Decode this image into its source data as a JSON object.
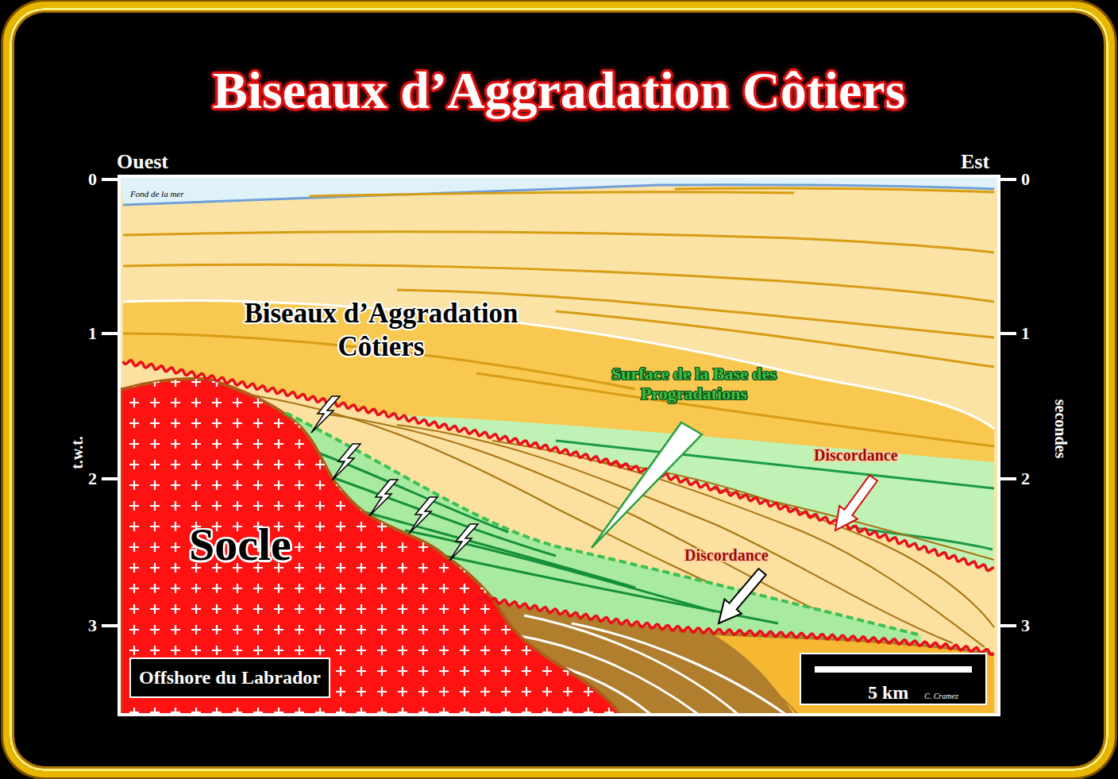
{
  "diagram": {
    "title": "Biseaux d’Aggradation Côtiers",
    "nodes": [
      {
        "text": [
          "Offshore du Labrador"
        ]
      },
      {
        "text": [
          "5 km",
          "C. Cramez"
        ]
      }
    ],
    "labels": [
      "Ouest",
      "Est",
      "0",
      "1",
      "2",
      "3",
      "0",
      "1",
      "2",
      "3",
      "t.w.t.",
      "secondes",
      "Fond de la mer",
      "Biseaux d’Aggradation Côtiers",
      "Surface de la Base des Progradations",
      "Discordance",
      "Discordance",
      "Socle"
    ]
  }
}
